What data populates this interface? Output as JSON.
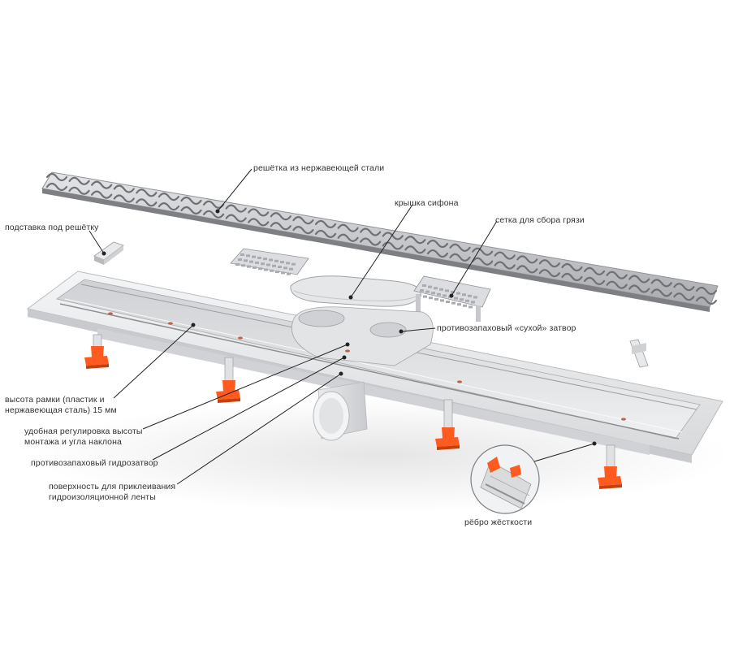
{
  "colors": {
    "accent": "#ff5a1f",
    "steel_light": "#d9dadc",
    "steel_dark": "#9b9da1",
    "body": "#eceeef",
    "leader": "#222222"
  },
  "labels": {
    "grate": "решётка из нержавеющей стали",
    "siphon_cover": "крышка сифона",
    "dirt_mesh": "сетка для сбора грязи",
    "grate_support": "подставка под решётку",
    "dry_trap": "противозапаховый «сухой» затвор",
    "frame_height_l1": "высота рамки (пластик и",
    "frame_height_l2": "нержавеющая сталь) 15 мм",
    "adjust_l1": "удобная регулировка высоты",
    "adjust_l2": "монтажа и угла наклона",
    "water_trap": "противозапаховый гидрозатвор",
    "surface_l1": "поверхность для приклеивания",
    "surface_l2": "гидроизоляционной ленты",
    "rib": "рёбро жёсткости"
  }
}
